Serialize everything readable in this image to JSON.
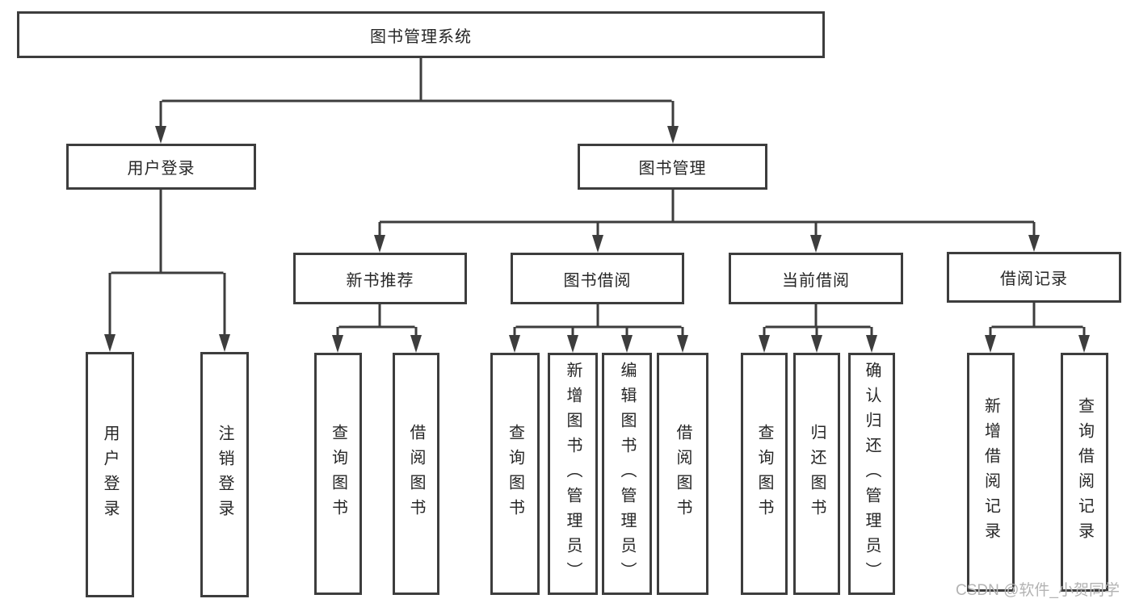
{
  "root": {
    "label": "图书管理系统"
  },
  "branches": {
    "user_login": {
      "label": "用户登录",
      "children": [
        {
          "label": "用户登录"
        },
        {
          "label": "注销登录"
        }
      ]
    },
    "book_mgmt": {
      "label": "图书管理",
      "groups": [
        {
          "label": "新书推荐",
          "children": [
            {
              "label": "查询图书"
            },
            {
              "label": "借阅图书"
            }
          ]
        },
        {
          "label": "图书借阅",
          "children": [
            {
              "label": "查询图书"
            },
            {
              "label": "新增图书（管理员）"
            },
            {
              "label": "编辑图书（管理员）"
            },
            {
              "label": "借阅图书"
            }
          ]
        },
        {
          "label": "当前借阅",
          "children": [
            {
              "label": "查询图书"
            },
            {
              "label": "归还图书"
            },
            {
              "label": "确认归还（管理员）"
            }
          ]
        },
        {
          "label": "借阅记录",
          "children": [
            {
              "label": "新增借阅记录"
            },
            {
              "label": "查询借阅记录"
            }
          ]
        }
      ]
    }
  },
  "watermark": {
    "text": "CSDN @软件_小贺同学"
  },
  "colors": {
    "line": "#3d3d3d",
    "text": "#262626",
    "watermark": "#b3b3b3",
    "background": "#ffffff"
  }
}
